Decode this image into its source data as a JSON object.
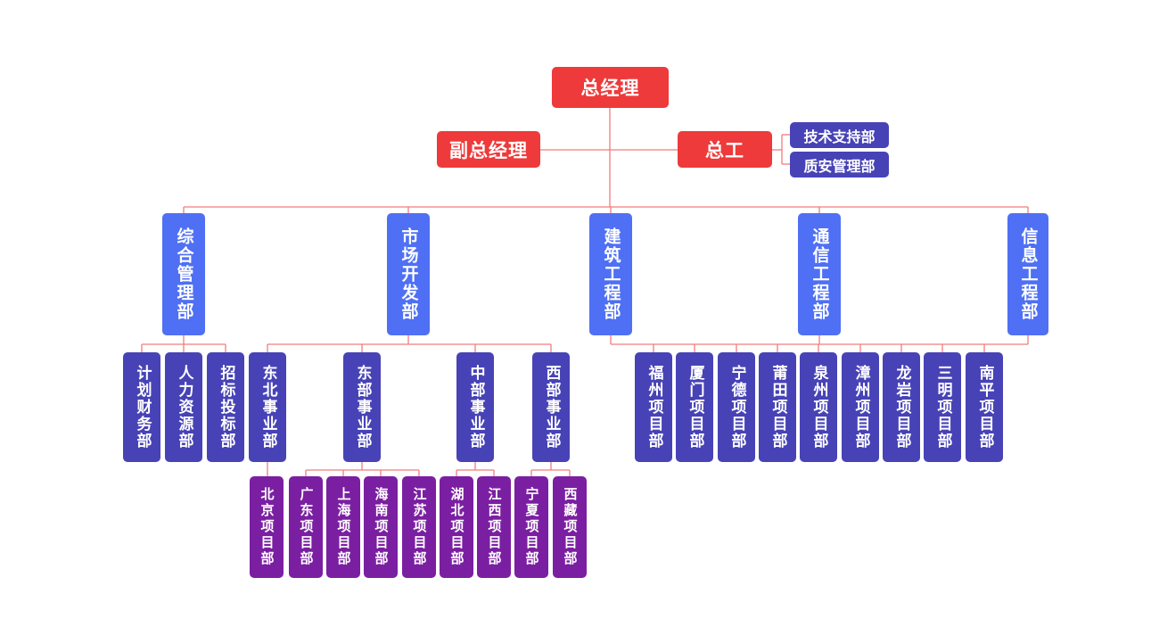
{
  "org": {
    "ceo": "总经理",
    "deputy": "副总经理",
    "chief_engineer": "总工",
    "chief_engineer_units": [
      "技术支持部",
      "质安管理部"
    ],
    "departments": [
      {
        "name": "综合管理部",
        "units": [
          {
            "name": "计划财务部",
            "children": []
          },
          {
            "name": "人力资源部",
            "children": []
          },
          {
            "name": "招标投标部",
            "children": []
          }
        ]
      },
      {
        "name": "市场开发部",
        "units": [
          {
            "name": "东北事业部",
            "children": [
              "北京项目部"
            ]
          },
          {
            "name": "东部事业部",
            "children": [
              "广东项目部",
              "上海项目部",
              "海南项目部",
              "江苏项目部"
            ]
          },
          {
            "name": "中部事业部",
            "children": [
              "湖北项目部",
              "江西项目部"
            ]
          },
          {
            "name": "西部事业部",
            "children": [
              "宁夏项目部",
              "西藏项目部"
            ]
          }
        ]
      },
      {
        "name": "建筑工程部",
        "units": []
      },
      {
        "name": "通信工程部",
        "units": []
      },
      {
        "name": "信息工程部",
        "units": []
      }
    ],
    "engineering_projects": [
      "福州项目部",
      "厦门项目部",
      "宁德项目部",
      "莆田项目部",
      "泉州项目部",
      "漳州项目部",
      "龙岩项目部",
      "三明项目部",
      "南平项目部"
    ],
    "colors": {
      "line": "#f07c7c",
      "leadership": "#ee3a3a",
      "department": "#4f70f4",
      "unit": "#4743b6",
      "project": "#7b1fa2"
    }
  }
}
